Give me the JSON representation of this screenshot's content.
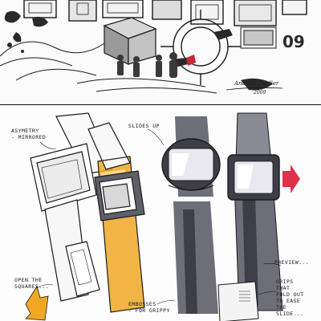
{
  "top_panel": {
    "number": "09",
    "signature": "Andrew Fiedler",
    "year": "2009"
  },
  "annotations": {
    "asymmetry": "ASYMETRY\n- MIRRORED",
    "slides_up": "SLIDES UP",
    "open_squares": "OPEN THE\nSQUARES...",
    "preview": "PREVIEW...",
    "embosses": "EMBOSSES\n- FOR GRIPPY",
    "grips": "GRIPS\nTHAT\nFOLD OUT\nTO EASE\nTHE\nSLIDE..."
  },
  "colors": {
    "ink": "#1a1a1a",
    "marker_gray": "#6d6e78",
    "marker_dark": "#3d3e46",
    "yellow_orange": "#f0a824",
    "red_arrow": "#e0304a"
  }
}
